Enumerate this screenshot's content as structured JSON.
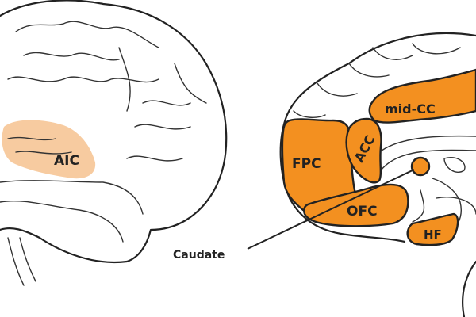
{
  "colors": {
    "region": "#f39020",
    "aic": "#f6c28f",
    "outline": "#222222"
  },
  "left_brain": {
    "aic_label": "AIC"
  },
  "right_brain": {
    "labels": {
      "mid_cc": "mid-CC",
      "acc": "ACC",
      "fpc": "FPC",
      "ofc": "OFC",
      "hf": "HF"
    },
    "caudate_label": "Caudate"
  }
}
